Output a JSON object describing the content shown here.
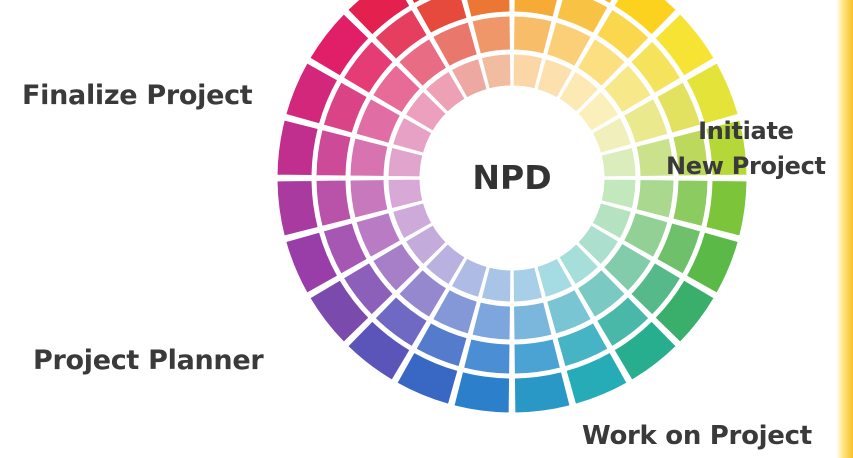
{
  "diagram": {
    "center_label": "NPD",
    "labels": {
      "finalize": "Finalize Project",
      "initiate_line1": "Initiate",
      "initiate_line2": "New Project",
      "planner": "Project Planner",
      "work": "Work on Project"
    },
    "ring_colors": [
      [
        "#f2a019",
        "#f7b81f",
        "#fcd21f",
        "#f7e334",
        "#e4e33a",
        "#b5d838",
        "#7cc43a",
        "#5bb947",
        "#3aaf6b",
        "#27ae8f",
        "#25acb6",
        "#2a98c7",
        "#2c7fcb",
        "#3868c3",
        "#5b55b9",
        "#7b4aad",
        "#993ea8",
        "#a93a9f",
        "#c02f8e",
        "#d2277a",
        "#e11e68",
        "#e3204e",
        "#e02e2a",
        "#e86224"
      ],
      [
        "#f5ab35",
        "#f8c245",
        "#fbd74e",
        "#f5e35b",
        "#e3e260",
        "#bcd95d",
        "#8ccb5f",
        "#6ec16a",
        "#56b98a",
        "#49b8a9",
        "#47b4c6",
        "#4aa3d2",
        "#4b8ed4",
        "#557ccc",
        "#7069c3",
        "#8c5fba",
        "#a557b3",
        "#b853a9",
        "#cc4a98",
        "#db4387",
        "#e53c76",
        "#e63e5f",
        "#e64a3c",
        "#ec7734"
      ],
      [
        "#f8bd68",
        "#facf77",
        "#fcdf80",
        "#f7e98a",
        "#eae98d",
        "#cbe28d",
        "#a9d88e",
        "#92d095",
        "#82cbab",
        "#7ac9c2",
        "#79c5d4",
        "#7bb7dc",
        "#7ca6dd",
        "#8497d7",
        "#9688cf",
        "#a77fc8",
        "#b97bc3",
        "#c878bc",
        "#d673b0",
        "#e06ea4",
        "#e86a96",
        "#e96c85",
        "#e9776c",
        "#ef9768"
      ],
      [
        "#fbd6a6",
        "#fce0ae",
        "#fde9b4",
        "#fbf0bb",
        "#f1f0bd",
        "#dcedbd",
        "#c4e8bd",
        "#b5e3c2",
        "#acdfcd",
        "#a6dfd9",
        "#a5dbe3",
        "#a7d0e8",
        "#a8c5e8",
        "#aebbe4",
        "#b9b2e0",
        "#c3acdc",
        "#ceaada",
        "#d8a8d6",
        "#e1a4cd",
        "#e7a1c5",
        "#eda0bd",
        "#eea1b4",
        "#eea8a2",
        "#f2bca0"
      ]
    ]
  }
}
